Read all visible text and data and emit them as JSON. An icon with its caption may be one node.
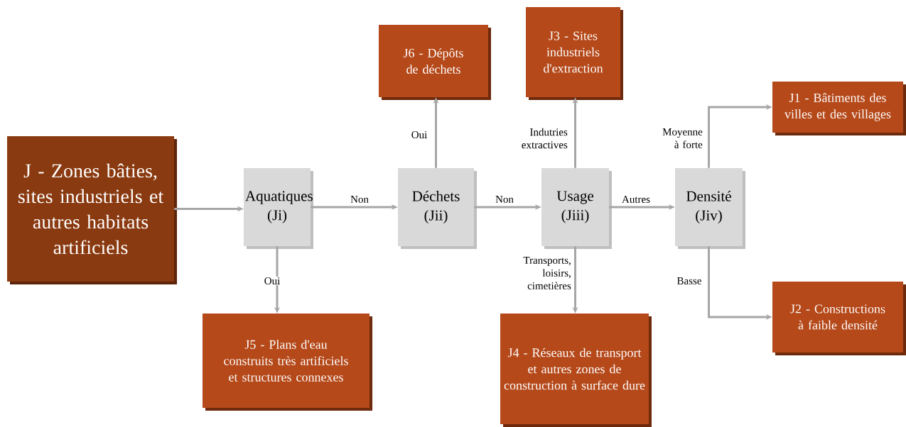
{
  "diagram": {
    "nodes": [
      {
        "text": [
          "J - Zones bâties, sites industriels et autres habitats artificiels"
        ]
      },
      {
        "text": [
          "Aquatiques (Ji)"
        ]
      },
      {
        "text": [
          "Déchets (Jii)"
        ]
      },
      {
        "text": [
          "Usage (Jiii)"
        ]
      },
      {
        "text": [
          "Densité (Jiv)"
        ]
      },
      {
        "text": [
          "J6 - Dépôts de déchets"
        ]
      },
      {
        "text": [
          "J3 - Sites industriels d'extraction"
        ]
      },
      {
        "text": [
          "J1 - Bâtiments des villes et des villages"
        ]
      },
      {
        "text": [
          "J5 - Plans d'eau construits très artificiels et structures connexes"
        ]
      },
      {
        "text": [
          "J4 - Réseaux de transport et autres zones de construction à surface dure"
        ]
      },
      {
        "text": [
          "J2 - Constructions à faible densité"
        ]
      }
    ],
    "edges": [
      {
        "from": 0,
        "to": 1,
        "arrow": "to"
      },
      {
        "from": 1,
        "to": 2,
        "arrow": "to",
        "label": "Non"
      },
      {
        "from": 1,
        "to": 8,
        "arrow": "to",
        "label": "Oui"
      },
      {
        "from": 2,
        "to": 5,
        "arrow": "to",
        "label": "Oui"
      },
      {
        "from": 2,
        "to": 3,
        "arrow": "to",
        "label": "Non"
      },
      {
        "from": 3,
        "to": 6,
        "arrow": "to",
        "label": "Indutries extractives"
      },
      {
        "from": 3,
        "to": 9,
        "arrow": "to",
        "label": "Transports, loisirs, cimetières"
      },
      {
        "from": 3,
        "to": 4,
        "arrow": "to",
        "label": "Autres"
      },
      {
        "from": 4,
        "to": 7,
        "arrow": "to",
        "label": "Moyenne à forte"
      },
      {
        "from": 4,
        "to": 10,
        "arrow": "to",
        "label": "Basse"
      }
    ]
  }
}
